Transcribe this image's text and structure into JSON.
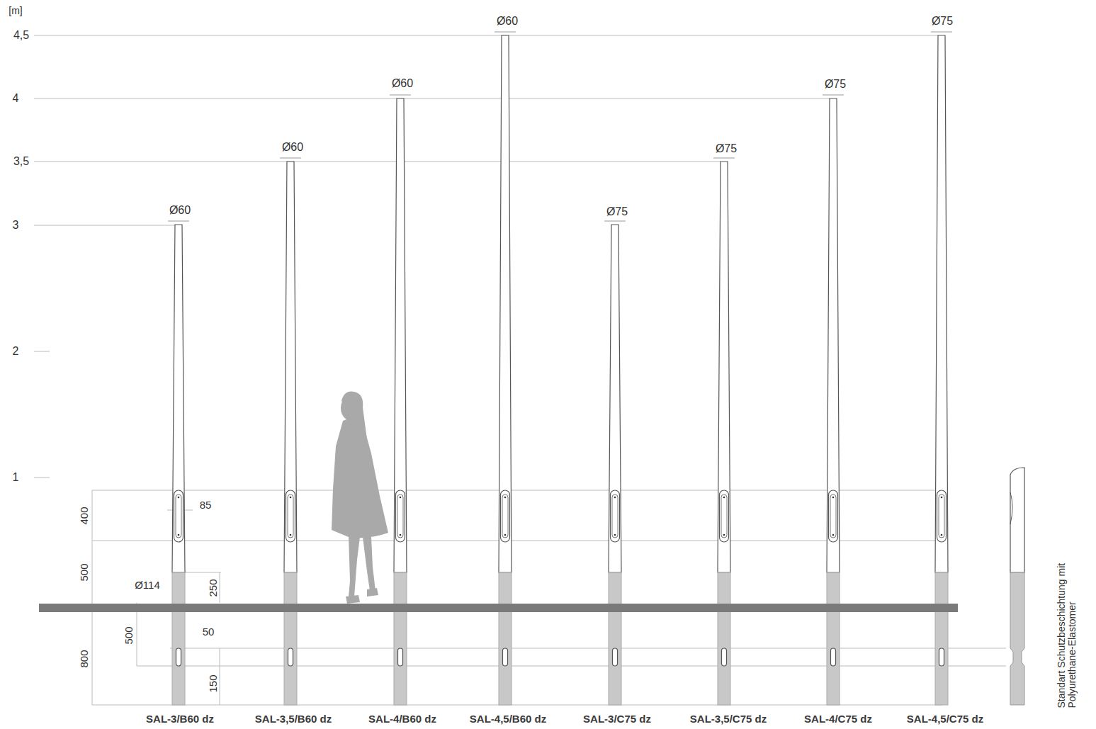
{
  "diagram": {
    "labels": [
      "[m]",
      "4,5",
      "4",
      "3,5",
      "3",
      "2",
      "1",
      "Ø60",
      "Ø60",
      "Ø60",
      "Ø60",
      "Ø75",
      "Ø75",
      "Ø75",
      "Ø75",
      "400",
      "85",
      "500",
      "Ø114",
      "250",
      "500",
      "50",
      "800",
      "150",
      "SAL-3/B60 dz",
      "SAL-3,5/B60 dz",
      "SAL-4/B60 dz",
      "SAL-4,5/B60 dz",
      "SAL-3/C75 dz",
      "SAL-3,5/C75 dz",
      "SAL-4/C75 dz",
      "SAL-4,5/C75 dz",
      "Standart Schutzbeschichtung mit Polyurethane-Elastomer"
    ]
  }
}
